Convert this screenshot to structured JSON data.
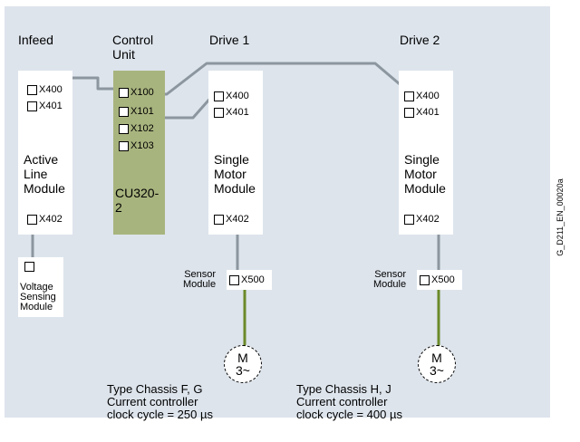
{
  "headers": {
    "infeed": "Infeed",
    "control_unit": "Control\nUnit",
    "drive1": "Drive 1",
    "drive2": "Drive 2"
  },
  "infeed_module": {
    "ports": [
      "X400",
      "X401"
    ],
    "name": "Active\nLine\nModule",
    "bottom_port": "X402"
  },
  "control_unit": {
    "ports": [
      "X100",
      "X101",
      "X102",
      "X103"
    ],
    "name": "CU320-2"
  },
  "drive1_module": {
    "ports": [
      "X400",
      "X401"
    ],
    "name": "Single\nMotor\nModule",
    "bottom_port": "X402"
  },
  "drive2_module": {
    "ports": [
      "X400",
      "X401"
    ],
    "name": "Single\nMotor\nModule",
    "bottom_port": "X402"
  },
  "voltage_sensing": {
    "name": "Voltage\nSensing\nModule"
  },
  "sensor_module_1": {
    "label": "Sensor\nModule",
    "port": "X500"
  },
  "sensor_module_2": {
    "label": "Sensor\nModule",
    "port": "X500"
  },
  "motor1": {
    "line1": "M",
    "line2": "3~"
  },
  "motor2": {
    "line1": "M",
    "line2": "3~"
  },
  "footnote_left": "Type Chassis F, G\nCurrent controller\nclock cycle = 250 µs",
  "footnote_right": "Type Chassis H, J\nCurrent controller\nclock cycle = 400 µs",
  "figure_id": "G_D211_EN_00020a",
  "colors": {
    "background": "#dde4ec",
    "module": "#ffffff",
    "control_unit": "#a8b47e",
    "drive_cliq_line": "#8c969e",
    "encoder_line": "#6b8a2a"
  }
}
